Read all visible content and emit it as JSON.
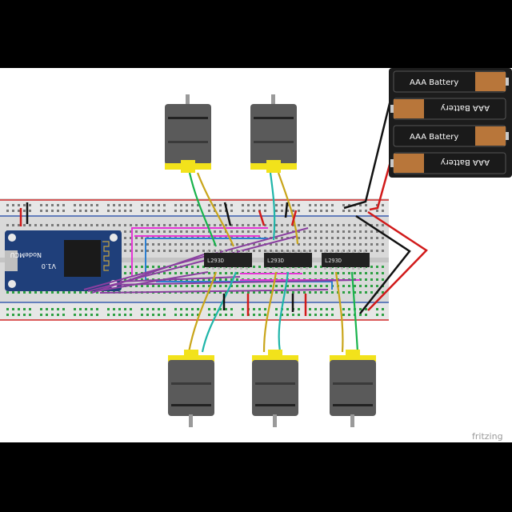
{
  "background_color": "#000000",
  "canvas_color": "#ffffff",
  "breadboard": {
    "color": "#d9d9d9",
    "rail_red": "#d12a2a",
    "rail_blue": "#3a5fb0",
    "hole_green": "#2ea043"
  },
  "microcontroller": {
    "board_color": "#1f3f7a",
    "label_line1": "NodeMCU",
    "label_line2": "V1.0",
    "module_color": "#1a1a1a"
  },
  "driver_chips": [
    {
      "label": "L293D"
    },
    {
      "label": "L293D"
    },
    {
      "label": "L293D"
    }
  ],
  "battery_pack": {
    "case_color": "#1c1c1c",
    "cells": [
      {
        "label": "AAA Battery"
      },
      {
        "label": "AAA Battery"
      },
      {
        "label": "AAA Battery"
      },
      {
        "label": "AAA Battery"
      }
    ]
  },
  "motors": {
    "count": 5,
    "body_color": "#5a5a5a",
    "cap_color": "#f2e21b"
  },
  "wires": {
    "green": "#19b34c",
    "yellow": "#c9a51a",
    "teal": "#1fb5a9",
    "magenta": "#e536d6",
    "purple": "#8a3fa0",
    "blue": "#2b7fd1",
    "red": "#d11a1a",
    "black": "#111111"
  },
  "watermark": "fritzing"
}
